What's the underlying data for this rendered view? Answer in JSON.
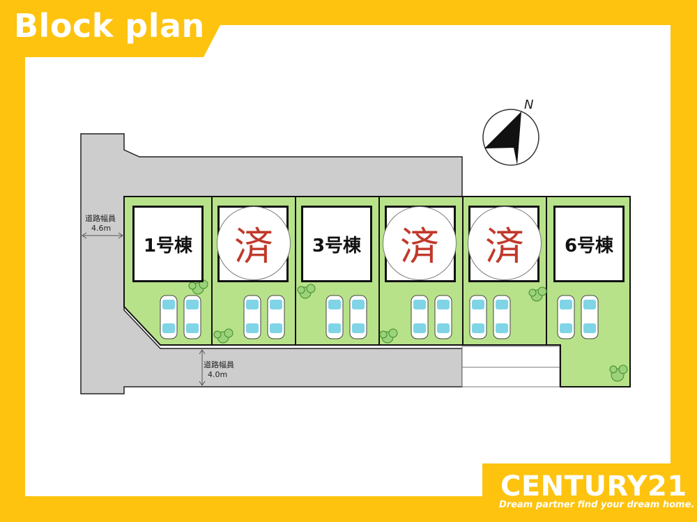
{
  "title": "Block plan",
  "compass": {
    "north_label": "N"
  },
  "roads": [
    {
      "label": "道路幅員",
      "width": "4.6m"
    },
    {
      "label": "道路幅員",
      "width": "4.0m"
    }
  ],
  "lots": [
    {
      "name": "1号棟",
      "sold": false
    },
    {
      "name": "",
      "sold": true,
      "sold_mark": "済"
    },
    {
      "name": "3号棟",
      "sold": false
    },
    {
      "name": "",
      "sold": true,
      "sold_mark": "済"
    },
    {
      "name": "",
      "sold": true,
      "sold_mark": "済"
    },
    {
      "name": "6号棟",
      "sold": false
    }
  ],
  "brand": {
    "name": "CENTURY21",
    "tagline": "Dream partner find your dream home."
  },
  "colors": {
    "frame": "#FDC30F",
    "road": "#CDCDCD",
    "lot": "#B8E28A",
    "sold": "#C0392B",
    "car": "#7FD4E6"
  }
}
